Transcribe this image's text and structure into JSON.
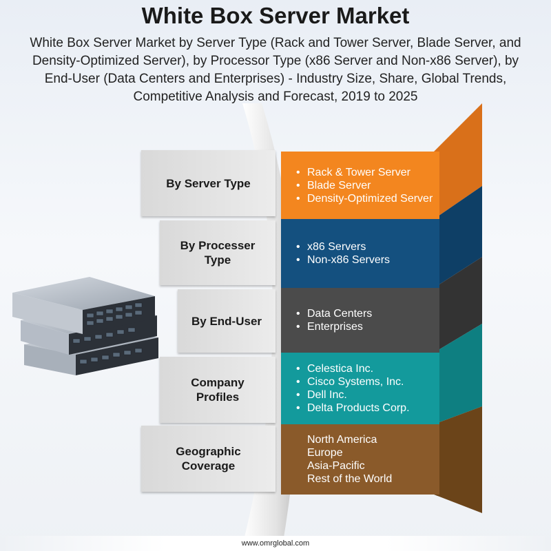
{
  "header": {
    "title": "White Box Server Market",
    "subtitle": "White Box Server Market by Server Type (Rack and Tower Server, Blade Server, and Density-Optimized Server), by Processor Type (x86 Server and Non-x86 Server), by End-User (Data Centers and Enterprises) - Industry Size, Share, Global Trends, Competitive Analysis and Forecast, 2019 to 2025"
  },
  "segments": [
    {
      "label": "By Server Type",
      "color": "#f3861f",
      "items": [
        "Rack & Tower Server",
        "Blade Server",
        "Density-Optimized Server"
      ]
    },
    {
      "label": "By Processer Type",
      "color": "#14507f",
      "items": [
        "x86 Servers",
        "Non-x86 Servers"
      ]
    },
    {
      "label": "By End-User",
      "color": "#4b4b4b",
      "items": [
        "Data Centers",
        "Enterprises"
      ]
    },
    {
      "label": "Company Profiles",
      "color": "#139a9c",
      "items": [
        "Celestica Inc.",
        "Cisco Systems, Inc.",
        "Dell Inc.",
        "Delta Products Corp."
      ]
    },
    {
      "label": "Geographic Coverage",
      "color": "#8a5a2a",
      "items": [
        "North America",
        "Europe",
        "Asia-Pacific",
        "Rest of the World"
      ]
    }
  ],
  "footer": {
    "url": "www.omrglobal.com"
  }
}
